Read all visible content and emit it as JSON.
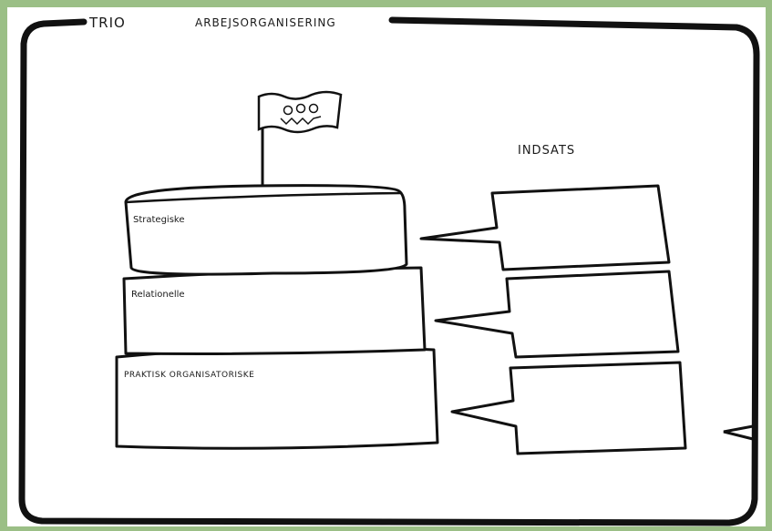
{
  "header": {
    "title_left": "TRIO",
    "title_right": "ARBEJSORGANISERING"
  },
  "diagram": {
    "layers": [
      {
        "label": "Strategiske"
      },
      {
        "label": "Relationelle"
      },
      {
        "label": "PRAKTISK ORGANISATORISKE"
      }
    ],
    "input_heading": "INDSATS",
    "flag_icon": "flag-with-face-icon"
  },
  "colors": {
    "border_background": "#9bbf86",
    "paper": "#ffffff",
    "ink": "#1a1a1a"
  }
}
